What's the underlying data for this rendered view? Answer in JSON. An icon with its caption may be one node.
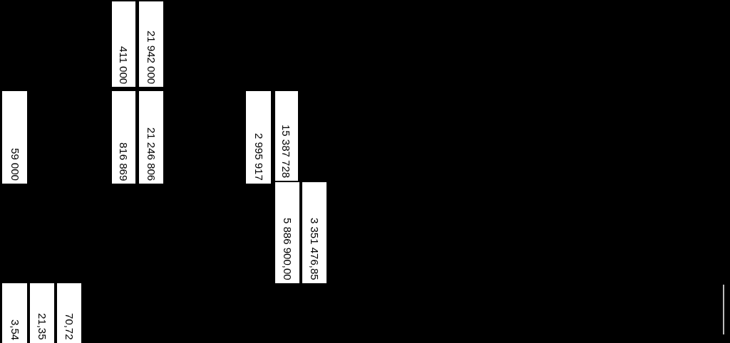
{
  "diagram": {
    "labels": [
      "411 000",
      "21 942 000",
      "59 000",
      "816 869",
      "21 246 806",
      "2 995 917",
      "15 387 728",
      "5 886 900,00",
      "3 351 476,85",
      "3,54",
      "21,35",
      "70,72"
    ]
  }
}
